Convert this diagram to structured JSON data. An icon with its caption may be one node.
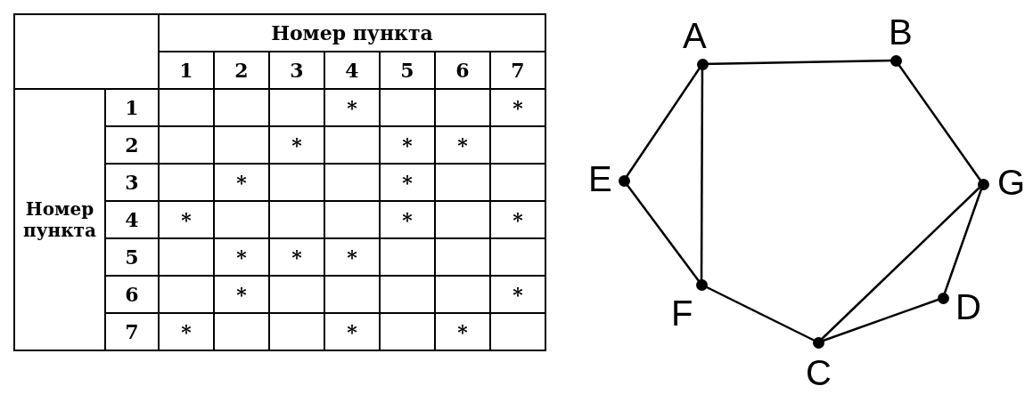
{
  "diagram": {
    "nodes": [
      {
        "text": [
          "A"
        ]
      },
      {
        "text": [
          "B"
        ]
      },
      {
        "text": [
          "E"
        ]
      },
      {
        "text": [
          "G"
        ]
      },
      {
        "text": [
          "F"
        ]
      },
      {
        "text": [
          "D"
        ]
      },
      {
        "text": [
          "C"
        ]
      }
    ],
    "edges": [
      {
        "from": 0,
        "to": 1,
        "arrow": "none"
      },
      {
        "from": 0,
        "to": 2,
        "arrow": "none"
      },
      {
        "from": 0,
        "to": 4,
        "arrow": "none"
      },
      {
        "from": 1,
        "to": 3,
        "arrow": "none"
      },
      {
        "from": 2,
        "to": 4,
        "arrow": "none"
      },
      {
        "from": 4,
        "to": 6,
        "arrow": "none"
      },
      {
        "from": 6,
        "to": 5,
        "arrow": "none"
      },
      {
        "from": 6,
        "to": 3,
        "arrow": "none"
      },
      {
        "from": 3,
        "to": 5,
        "arrow": "none"
      }
    ],
    "labels": [
      "Номер пункта",
      "1",
      "2",
      "3",
      "4",
      "5",
      "6",
      "7",
      "Номер пункта",
      "1",
      "*",
      "*",
      "2",
      "*",
      "*",
      "*",
      "3",
      "*",
      "*",
      "4",
      "*",
      "*",
      "*",
      "5",
      "*",
      "*",
      "*",
      "6",
      "*",
      "*",
      "7",
      "*",
      "*",
      "*"
    ]
  }
}
